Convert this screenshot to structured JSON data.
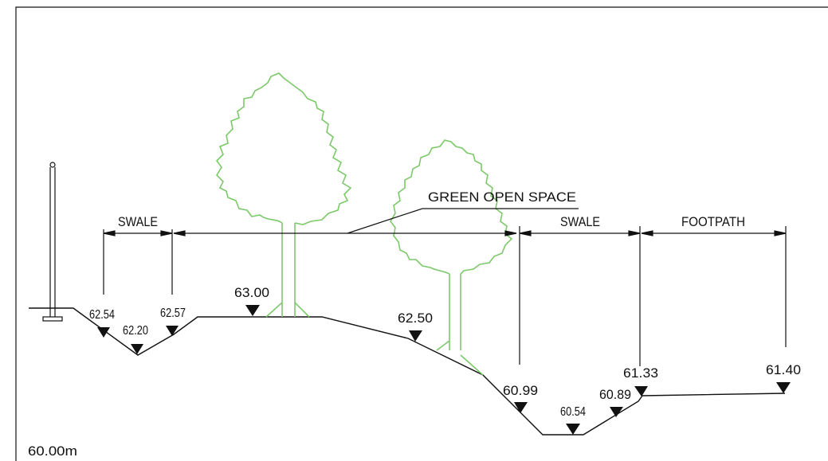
{
  "labels": {
    "green_open_space": "GREEN OPEN SPACE",
    "swale_left": "SWALE",
    "swale_right": "SWALE",
    "footpath": "FOOTPATH",
    "datum": "60.00m"
  },
  "levels": {
    "l1": "62.54",
    "l2": "62.20",
    "l3": "62.57",
    "l4": "63.00",
    "l5": "62.50",
    "l6": "60.99",
    "l7": "60.54",
    "l8": "60.89",
    "l9": "61.33",
    "l10": "61.40"
  },
  "colors": {
    "line": "#111111",
    "tree": "#7cc96a",
    "background": "#ffffff"
  }
}
